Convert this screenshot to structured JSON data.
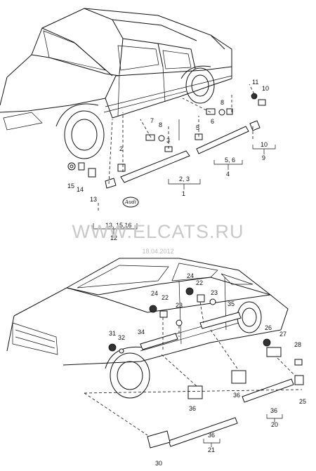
{
  "watermark": {
    "site": "WWW.ELCATS.RU",
    "date": "18.04.2012"
  },
  "badge_text": "Audi",
  "callouts_top": [
    "1",
    "2",
    "3",
    "4",
    "5",
    "6",
    "7",
    "8",
    "9",
    "10",
    "11",
    "12",
    "13",
    "14",
    "15",
    "16"
  ],
  "labels_top": {
    "l2": "2",
    "l7": "7",
    "l8": "8",
    "l3": "3",
    "l5": "5",
    "l6": "6",
    "l8b": "8",
    "l11": "11",
    "l10": "10",
    "l15": "15",
    "l14": "14",
    "l13": "13",
    "g23": "2, 3",
    "g1": "1",
    "g56": "5, 6",
    "g4": "4",
    "g10": "10",
    "g9": "9",
    "g131516": "13, 15,16",
    "g12": "12"
  },
  "labels_bottom": {
    "l24": "24",
    "l22": "22",
    "l23": "23",
    "l22b": "22",
    "l24b": "24",
    "l23b": "23",
    "l35": "35",
    "l34": "34",
    "l31": "31",
    "l32": "32",
    "l26": "26",
    "l27": "27",
    "l28": "28",
    "l36a": "36",
    "l36b": "36",
    "l25": "25",
    "l36c": "36",
    "l20": "20",
    "l36d": "36",
    "l21": "21",
    "l30": "30"
  }
}
